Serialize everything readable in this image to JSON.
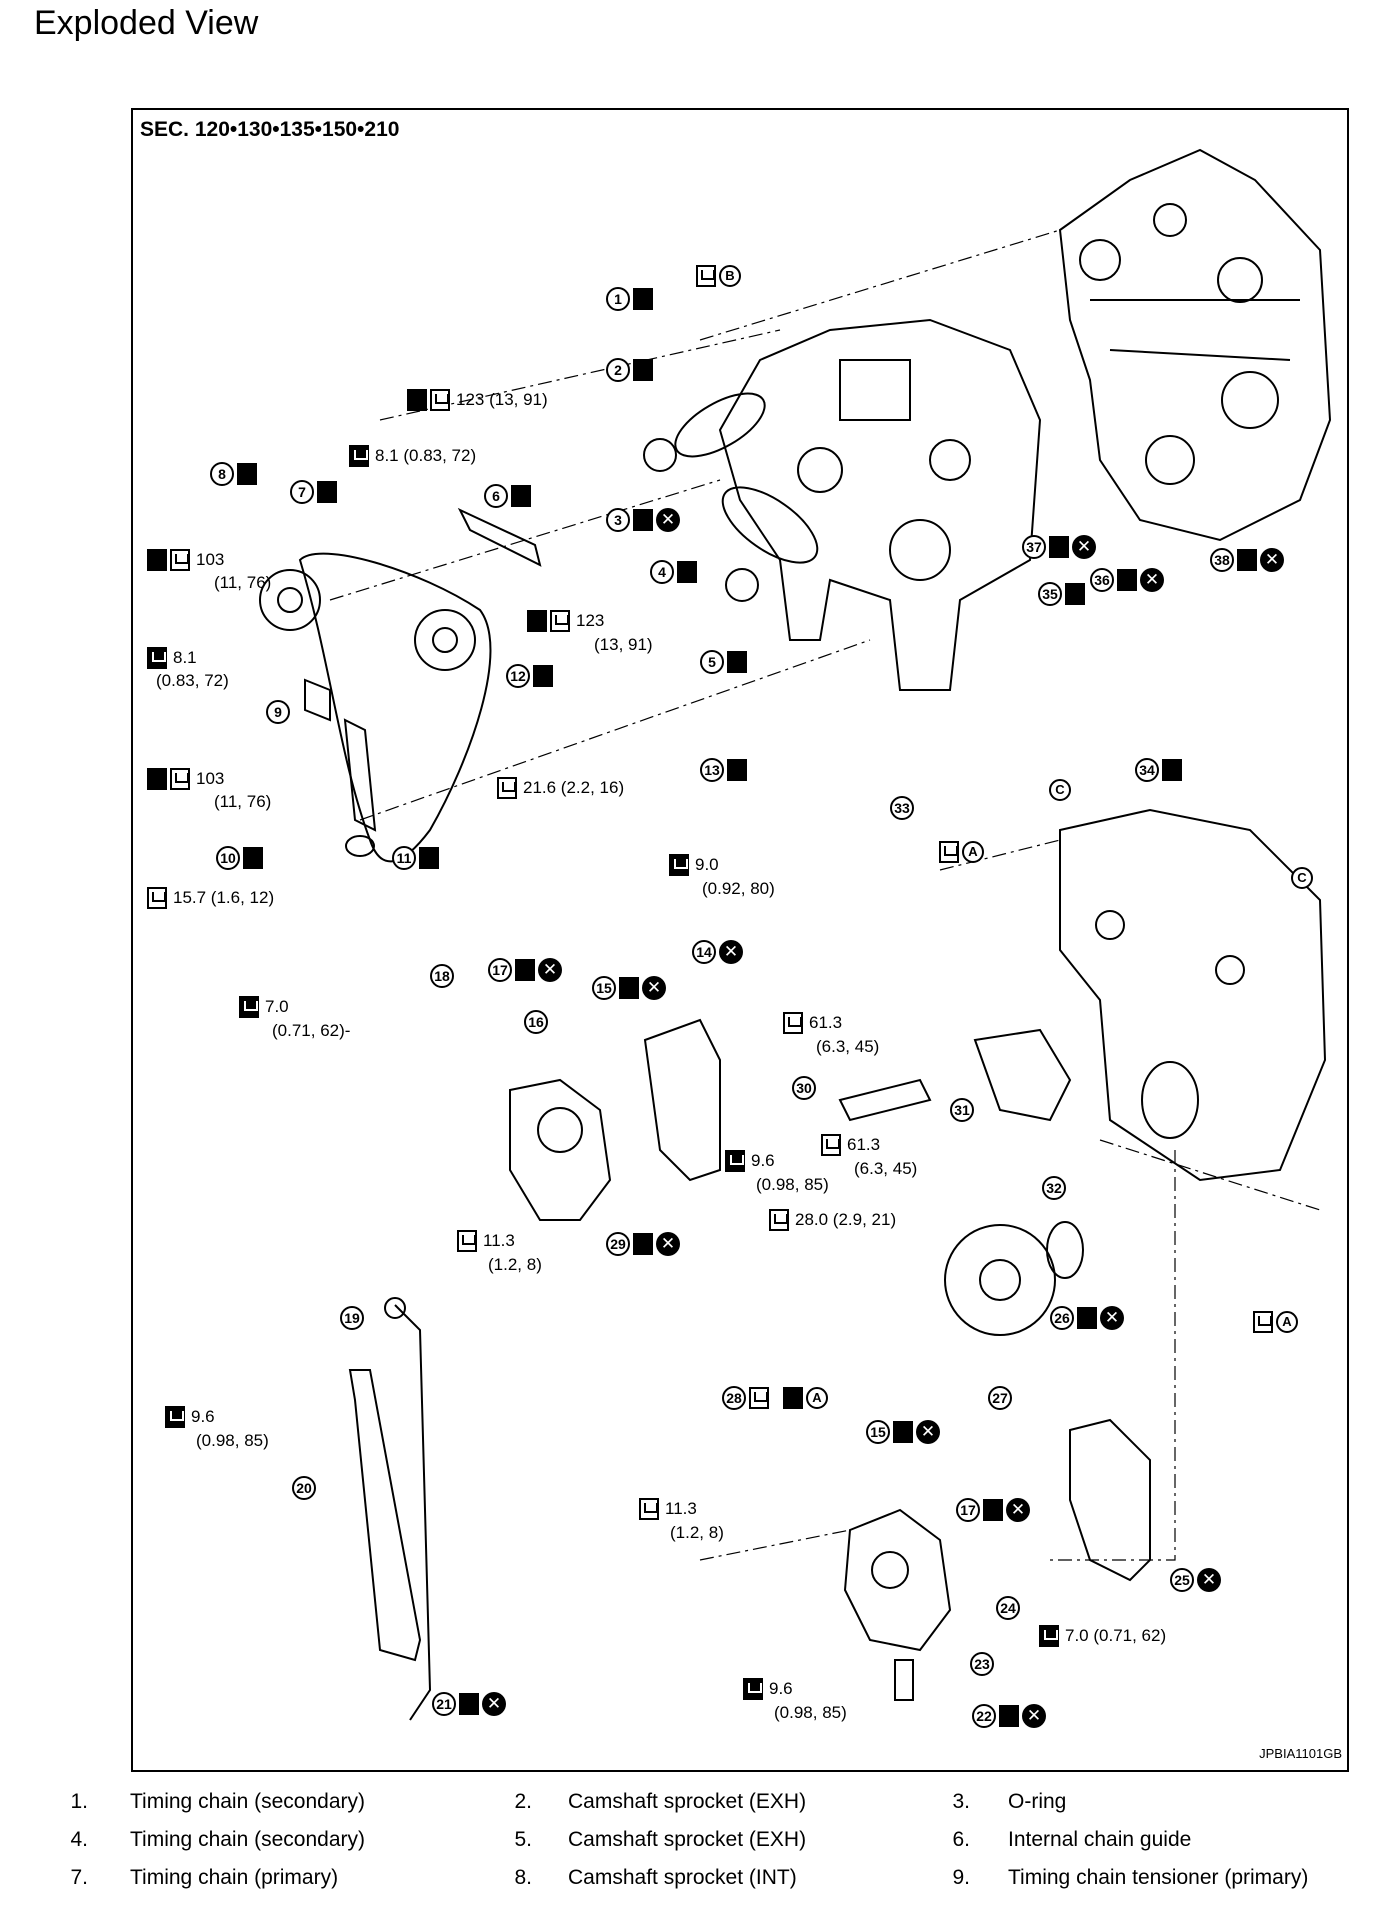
{
  "page": {
    "title": "Exploded View"
  },
  "diagram": {
    "section": "SEC. 120•130•135•150•210",
    "figure_id": "JPBIA1101GB",
    "callouts": [
      {
        "id": "c1",
        "num": "1",
        "torque": ""
      },
      {
        "id": "c2",
        "num": "2",
        "torque": ""
      },
      {
        "id": "c3",
        "num": "3",
        "torque": ""
      },
      {
        "id": "c4",
        "num": "4",
        "torque": ""
      },
      {
        "id": "c5",
        "num": "5",
        "torque": ""
      },
      {
        "id": "c6",
        "num": "6",
        "torque": ""
      },
      {
        "id": "c7",
        "num": "7",
        "torque": ""
      },
      {
        "id": "c8",
        "num": "8",
        "torque": ""
      },
      {
        "id": "c9",
        "num": "9",
        "torque": ""
      },
      {
        "id": "c10",
        "num": "10",
        "torque": ""
      },
      {
        "id": "c11",
        "num": "11",
        "torque": ""
      },
      {
        "id": "c12",
        "num": "12",
        "torque": ""
      },
      {
        "id": "c13",
        "num": "13",
        "torque": ""
      },
      {
        "id": "c14",
        "num": "14",
        "torque": ""
      },
      {
        "id": "c15",
        "num": "15",
        "torque": ""
      },
      {
        "id": "c16",
        "num": "16",
        "torque": ""
      },
      {
        "id": "c17",
        "num": "17",
        "torque": ""
      },
      {
        "id": "c18",
        "num": "18",
        "torque": ""
      },
      {
        "id": "c19",
        "num": "19",
        "torque": ""
      },
      {
        "id": "c20",
        "num": "20",
        "torque": ""
      },
      {
        "id": "c21",
        "num": "21",
        "torque": ""
      },
      {
        "id": "c22",
        "num": "22",
        "torque": ""
      },
      {
        "id": "c23",
        "num": "23",
        "torque": ""
      },
      {
        "id": "c24",
        "num": "24",
        "torque": ""
      },
      {
        "id": "c25",
        "num": "25",
        "torque": ""
      },
      {
        "id": "c26",
        "num": "26",
        "torque": ""
      },
      {
        "id": "c27",
        "num": "27",
        "torque": ""
      },
      {
        "id": "c28",
        "num": "28",
        "torque": ""
      },
      {
        "id": "c29",
        "num": "29",
        "torque": ""
      },
      {
        "id": "c30",
        "num": "30",
        "torque": ""
      },
      {
        "id": "c31",
        "num": "31",
        "torque": ""
      },
      {
        "id": "c32",
        "num": "32",
        "torque": ""
      },
      {
        "id": "c33",
        "num": "33",
        "torque": ""
      },
      {
        "id": "c34",
        "num": "34",
        "torque": ""
      },
      {
        "id": "c35",
        "num": "35",
        "torque": ""
      },
      {
        "id": "c36",
        "num": "36",
        "torque": ""
      },
      {
        "id": "c37",
        "num": "37",
        "torque": ""
      },
      {
        "id": "c38",
        "num": "38",
        "torque": ""
      }
    ],
    "torques": {
      "t123a": "123 (13, 91)",
      "t81a": "8.1 (0.83, 72)",
      "t103a1": "103",
      "t103a2": "(11, 76)",
      "t81b1": "8.1",
      "t81b2": "(0.83, 72)",
      "t123b1": "123",
      "t123b2": "(13, 91)",
      "t103b1": "103",
      "t103b2": "(11, 76)",
      "t216": "21.6 (2.2, 16)",
      "t157": "15.7 (1.6, 12)",
      "t90a": "9.0",
      "t90b": "(0.92, 80)",
      "t70a": "7.0",
      "t70b": "(0.71, 62)-",
      "t613a1": "61.3",
      "t613a2": "(6.3, 45)",
      "t613b1": "61.3",
      "t613b2": "(6.3, 45)",
      "t96a1": "9.6",
      "t96a2": "(0.98, 85)",
      "t280": "28.0 (2.9, 21)",
      "t113a1": "11.3",
      "t113a2": "(1.2, 8)",
      "t96b1": "9.6",
      "t96b2": "(0.98, 85)",
      "t113b1": "11.3",
      "t113b2": "(1.2, 8)",
      "t70c": "7.0 (0.71, 62)",
      "t96c1": "9.6",
      "t96c2": "(0.98, 85)"
    },
    "letters": {
      "A": "A",
      "B": "B",
      "C": "C"
    }
  },
  "legend": [
    {
      "n": "1.",
      "t": "Timing chain (secondary)"
    },
    {
      "n": "2.",
      "t": "Camshaft sprocket (EXH)"
    },
    {
      "n": "3.",
      "t": "O-ring"
    },
    {
      "n": "4.",
      "t": "Timing chain (secondary)"
    },
    {
      "n": "5.",
      "t": "Camshaft sprocket (EXH)"
    },
    {
      "n": "6.",
      "t": "Internal chain guide"
    },
    {
      "n": "7.",
      "t": "Timing chain (primary)"
    },
    {
      "n": "8.",
      "t": "Camshaft sprocket (INT)"
    },
    {
      "n": "9.",
      "t": "Timing chain tensioner (primary)"
    }
  ],
  "colors": {
    "line": "#000000",
    "background": "#ffffff"
  }
}
